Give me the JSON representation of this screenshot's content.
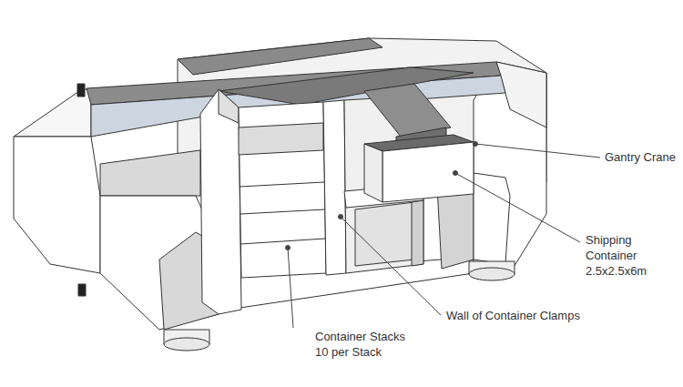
{
  "diagram": {
    "labels": [
      "Gantry Crane",
      "Shipping Container 2.5x2.5x6m",
      "Wall of Container Clamps",
      "Container Stacks 10 per Stack"
    ]
  }
}
